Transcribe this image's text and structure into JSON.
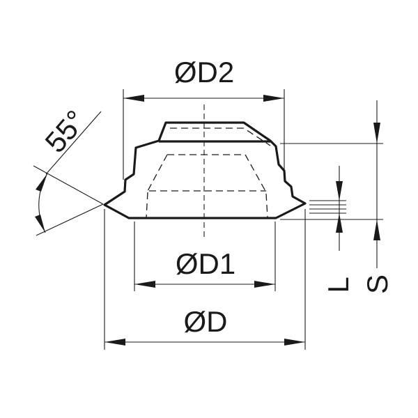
{
  "dimensions": {
    "d2": "ØD2",
    "d1": "ØD1",
    "d": "ØD",
    "angle": "55°",
    "l": "L",
    "s": "S"
  },
  "colors": {
    "line": "#1a1a1a",
    "background": "#ffffff"
  }
}
